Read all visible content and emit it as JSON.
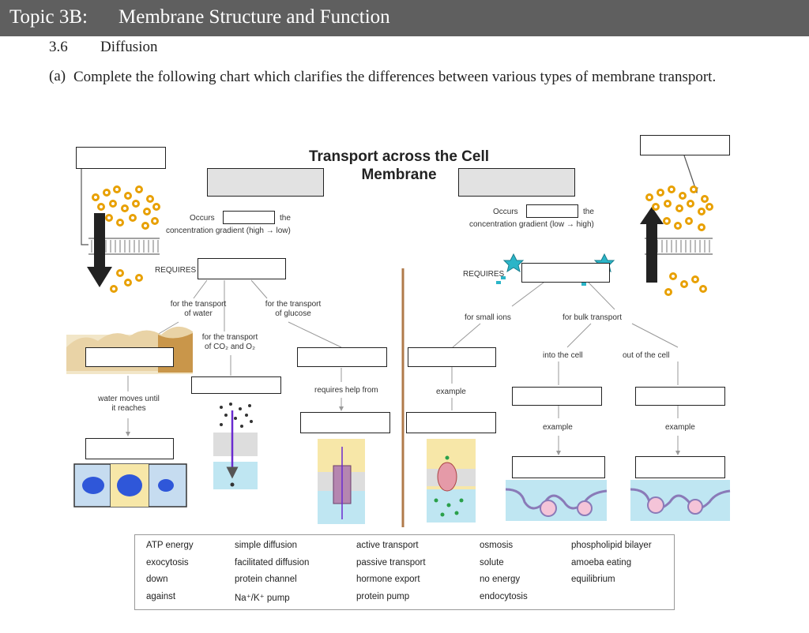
{
  "header": {
    "topic": "Topic 3B:",
    "title": "Membrane Structure and Function"
  },
  "section": {
    "number": "3.6",
    "title": "Diffusion"
  },
  "question": {
    "label": "(a)",
    "text": "Complete the following chart which clarifies the differences between various types of membrane transport."
  },
  "diagram": {
    "title_line1": "Transport across the Cell",
    "title_line2": "Membrane",
    "left": {
      "occurs": "Occurs",
      "the": "the",
      "gradient": "concentration gradient (high → low)",
      "requires": "REQUIRES",
      "water": "for the transport\nof water",
      "glucose": "for the transport\nof glucose",
      "co2": "for the transport\nof CO₂ and O₂",
      "water_moves": "water moves until\nit reaches",
      "requires_help": "requires help from"
    },
    "right": {
      "occurs": "Occurs",
      "the": "the",
      "gradient": "concentration gradient (low → high)",
      "requires": "REQUIRES",
      "small_ions": "for small ions",
      "bulk": "for bulk transport",
      "into": "into the cell",
      "out": "out of the cell",
      "example": "example",
      "example_into": "example",
      "example_out": "example"
    }
  },
  "word_bank": [
    [
      "ATP energy",
      "exocytosis",
      "down",
      "against"
    ],
    [
      "simple diffusion",
      "facilitated diffusion",
      "protein channel",
      "Na⁺/K⁺ pump"
    ],
    [
      "active transport",
      "passive transport",
      "hormone export",
      "protein pump"
    ],
    [
      "osmosis",
      "solute",
      "no energy",
      "endocytosis"
    ],
    [
      "phospholipid bilayer",
      "amoeba eating",
      "equilibrium"
    ]
  ],
  "colors": {
    "banner": "#5f5f5f",
    "answer_box_fill": "#e2e2e2",
    "divider": "#b07a4a",
    "molecule": "#e8a000"
  }
}
